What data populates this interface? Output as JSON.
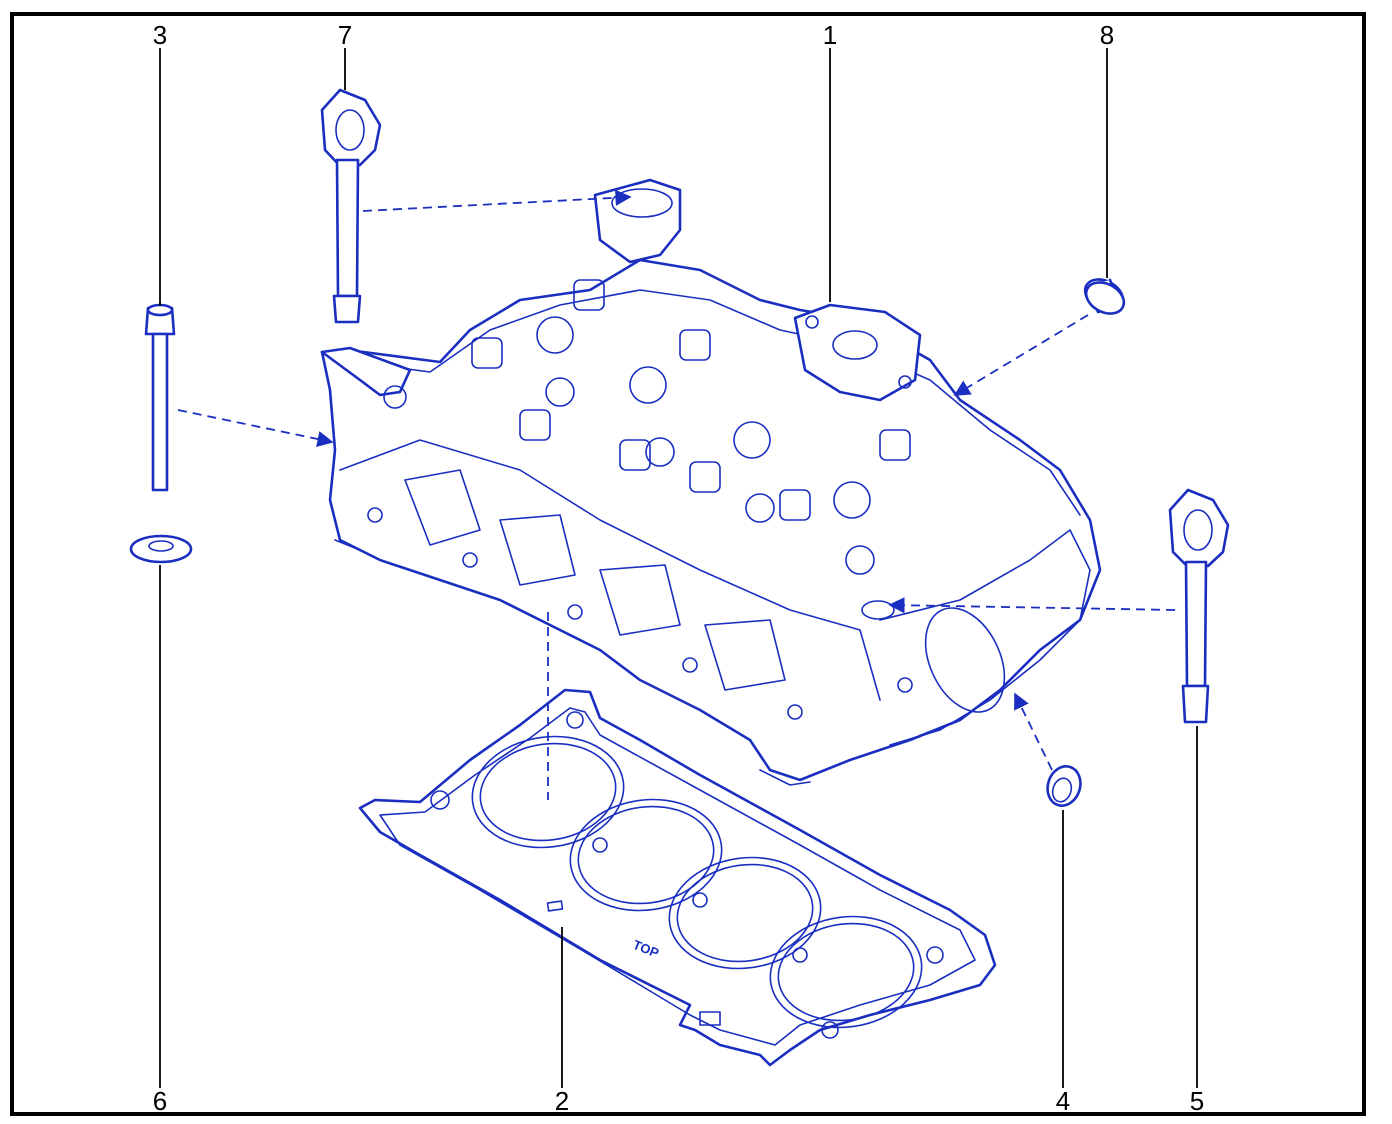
{
  "figure": {
    "callouts": [
      {
        "id": "1",
        "label": "1"
      },
      {
        "id": "2",
        "label": "2"
      },
      {
        "id": "3",
        "label": "3"
      },
      {
        "id": "4",
        "label": "4"
      },
      {
        "id": "5",
        "label": "5"
      },
      {
        "id": "6",
        "label": "6"
      },
      {
        "id": "7",
        "label": "7"
      },
      {
        "id": "8",
        "label": "8"
      }
    ],
    "gasket_marking": "TOP"
  },
  "colors": {
    "line_art": "#1a2ec0",
    "callout_text": "#000000",
    "frame": "#000000",
    "background": "#ffffff"
  }
}
